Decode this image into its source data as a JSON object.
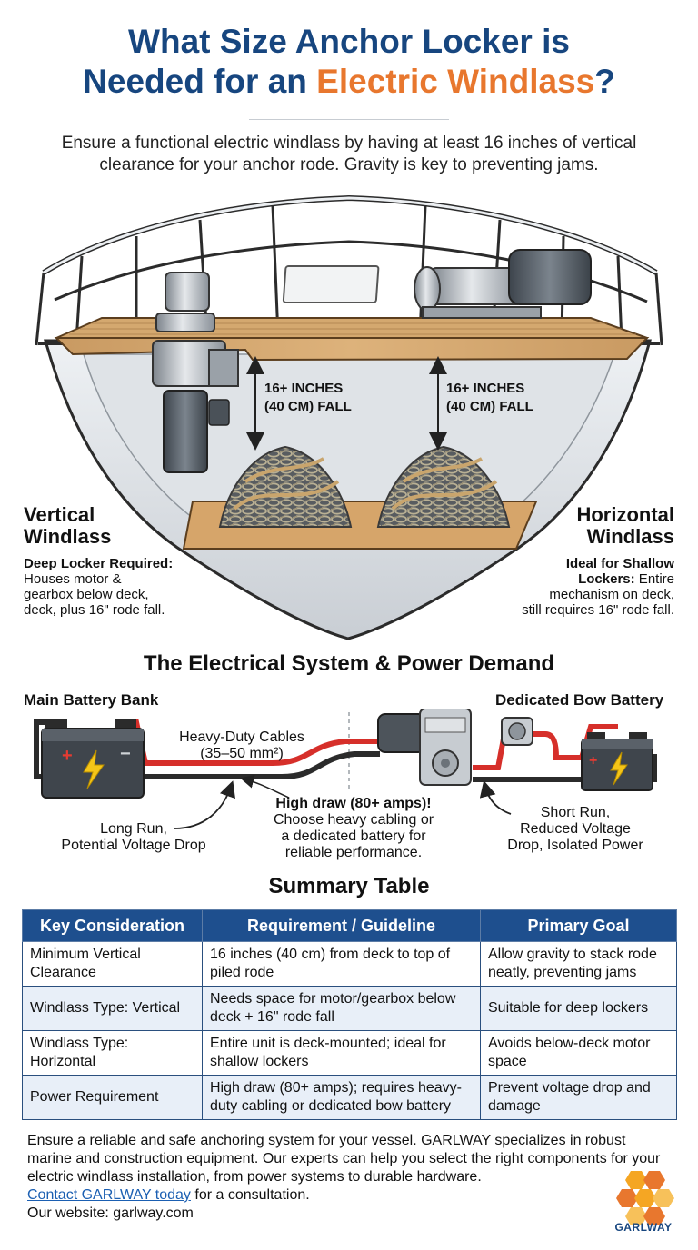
{
  "header": {
    "title_line1": "What Size Anchor Locker is",
    "title_line2_prefix": "Needed for an ",
    "title_line2_highlight": "Electric Windlass",
    "title_line2_suffix": "?",
    "subtitle": "Ensure a functional electric windlass by having at least 16 inches of vertical clearance for your anchor rode. Gravity is key to preventing jams."
  },
  "locker_diagram": {
    "fall_label_line1": "16+ INCHES",
    "fall_label_line2": "(40 CM) FALL",
    "vertical": {
      "heading_line1": "Vertical",
      "heading_line2": "Windlass",
      "bold": "Deep Locker Required:",
      "text_line1": "Houses motor &",
      "text_line2": "gearbox below deck,",
      "text_line3": "deck, plus 16\" rode fall."
    },
    "horizontal": {
      "heading_line1": "Horizontal",
      "heading_line2": "Windlass",
      "bold_line1": "Ideal for Shallow",
      "bold_line2": "Lockers:",
      "text_line2_rest": " Entire",
      "text_line3": "mechanism on deck,",
      "text_line4": "still requires 16\" rode fall."
    }
  },
  "electrical": {
    "title": "The Electrical System & Power Demand",
    "main_battery_label": "Main Battery Bank",
    "bow_battery_label": "Dedicated Bow Battery",
    "cables_line1": "Heavy-Duty Cables",
    "cables_line2": "(35–50 mm²)",
    "draw_bold": "High draw (80+ amps)!",
    "draw_line2": "Choose heavy cabling or",
    "draw_line3": "a dedicated battery for",
    "draw_line4": "reliable performance.",
    "long_run_line1": "Long Run,",
    "long_run_line2": "Potential Voltage Drop",
    "short_run_line1": "Short Run,",
    "short_run_line2": "Reduced Voltage",
    "short_run_line3": "Drop, Isolated Power"
  },
  "summary": {
    "title": "Summary Table",
    "headers": [
      "Key Consideration",
      "Requirement / Guideline",
      "Primary Goal"
    ],
    "rows": [
      [
        "Minimum Vertical Clearance",
        "16 inches (40 cm) from deck to top of piled rode",
        "Allow gravity to stack rode neatly, preventing jams"
      ],
      [
        "Windlass Type: Vertical",
        "Needs space for motor/gearbox below deck + 16\" rode fall",
        "Suitable for deep lockers"
      ],
      [
        "Windlass Type: Horizontal",
        "Entire unit is deck-mounted; ideal for shallow lockers",
        "Avoids below-deck motor space"
      ],
      [
        "Power Requirement",
        "High draw (80+ amps); requires heavy-duty cabling or dedicated bow battery",
        "Prevent voltage drop and damage"
      ]
    ]
  },
  "footer": {
    "text": "Ensure a reliable and safe anchoring system for your vessel. GARLWAY specializes in robust marine and construction equipment. Our experts can help you select the right components for your electric windlass installation, from power systems to durable hardware.",
    "link_label": "Contact GARLWAY today",
    "link_suffix": " for a consultation.",
    "website": "Our website: garlway.com"
  },
  "logo": {
    "text": "GARLWAY"
  },
  "colors": {
    "title_blue": "#17467f",
    "accent_orange": "#e8772e",
    "table_header": "#1e4f8e",
    "cable_red": "#d62f2a",
    "link_blue": "#1b5fb2"
  }
}
